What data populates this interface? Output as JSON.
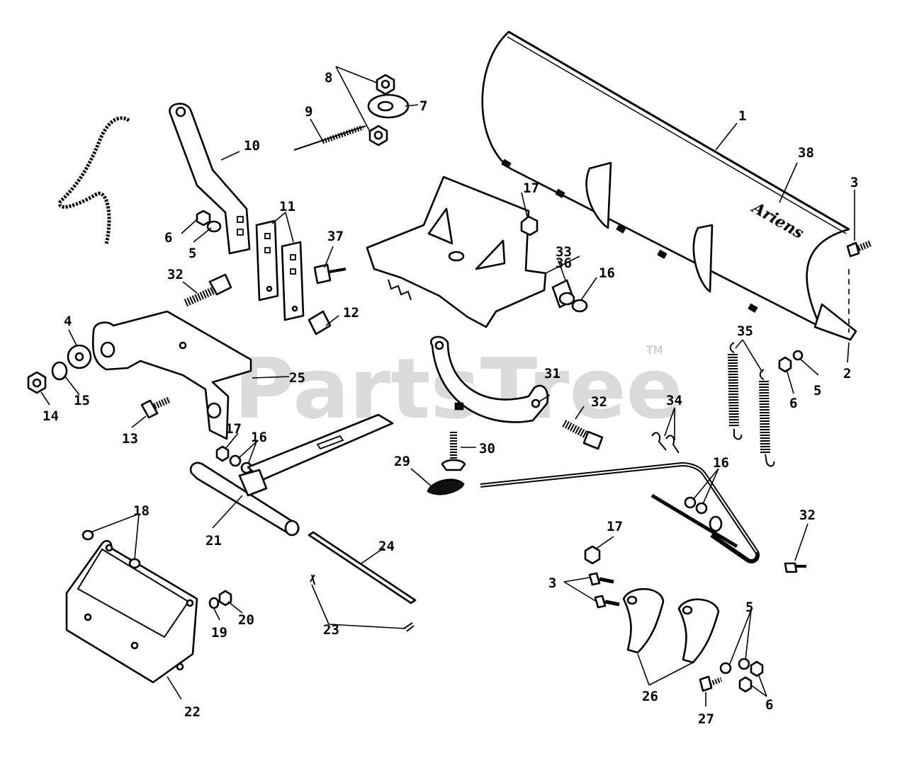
{
  "watermark": {
    "text": "PartsTree",
    "trademark": "TM"
  },
  "blade_logo": "Ariens",
  "callouts": [
    {
      "id": "c1",
      "text": "1"
    },
    {
      "id": "c2",
      "text": "2"
    },
    {
      "id": "c3a",
      "text": "3"
    },
    {
      "id": "c3b",
      "text": "3"
    },
    {
      "id": "c4",
      "text": "4"
    },
    {
      "id": "c5a",
      "text": "5"
    },
    {
      "id": "c5b",
      "text": "5"
    },
    {
      "id": "c5c",
      "text": "5"
    },
    {
      "id": "c6a",
      "text": "6"
    },
    {
      "id": "c6b",
      "text": "6"
    },
    {
      "id": "c6c",
      "text": "6"
    },
    {
      "id": "c7",
      "text": "7"
    },
    {
      "id": "c8",
      "text": "8"
    },
    {
      "id": "c9",
      "text": "9"
    },
    {
      "id": "c10",
      "text": "10"
    },
    {
      "id": "c11",
      "text": "11"
    },
    {
      "id": "c12",
      "text": "12"
    },
    {
      "id": "c13",
      "text": "13"
    },
    {
      "id": "c14",
      "text": "14"
    },
    {
      "id": "c15",
      "text": "15"
    },
    {
      "id": "c16a",
      "text": "16"
    },
    {
      "id": "c16b",
      "text": "16"
    },
    {
      "id": "c16c",
      "text": "16"
    },
    {
      "id": "c17a",
      "text": "17"
    },
    {
      "id": "c17b",
      "text": "17"
    },
    {
      "id": "c17c",
      "text": "17"
    },
    {
      "id": "c18",
      "text": "18"
    },
    {
      "id": "c19",
      "text": "19"
    },
    {
      "id": "c20",
      "text": "20"
    },
    {
      "id": "c21",
      "text": "21"
    },
    {
      "id": "c22",
      "text": "22"
    },
    {
      "id": "c23",
      "text": "23"
    },
    {
      "id": "c24",
      "text": "24"
    },
    {
      "id": "c25",
      "text": "25"
    },
    {
      "id": "c26",
      "text": "26"
    },
    {
      "id": "c27",
      "text": "27"
    },
    {
      "id": "c29",
      "text": "29"
    },
    {
      "id": "c30",
      "text": "30"
    },
    {
      "id": "c31",
      "text": "31"
    },
    {
      "id": "c32a",
      "text": "32"
    },
    {
      "id": "c32b",
      "text": "32"
    },
    {
      "id": "c32c",
      "text": "32"
    },
    {
      "id": "c33",
      "text": "33"
    },
    {
      "id": "c34",
      "text": "34"
    },
    {
      "id": "c35",
      "text": "35"
    },
    {
      "id": "c36",
      "text": "36"
    },
    {
      "id": "c37",
      "text": "37"
    },
    {
      "id": "c38",
      "text": "38"
    }
  ]
}
